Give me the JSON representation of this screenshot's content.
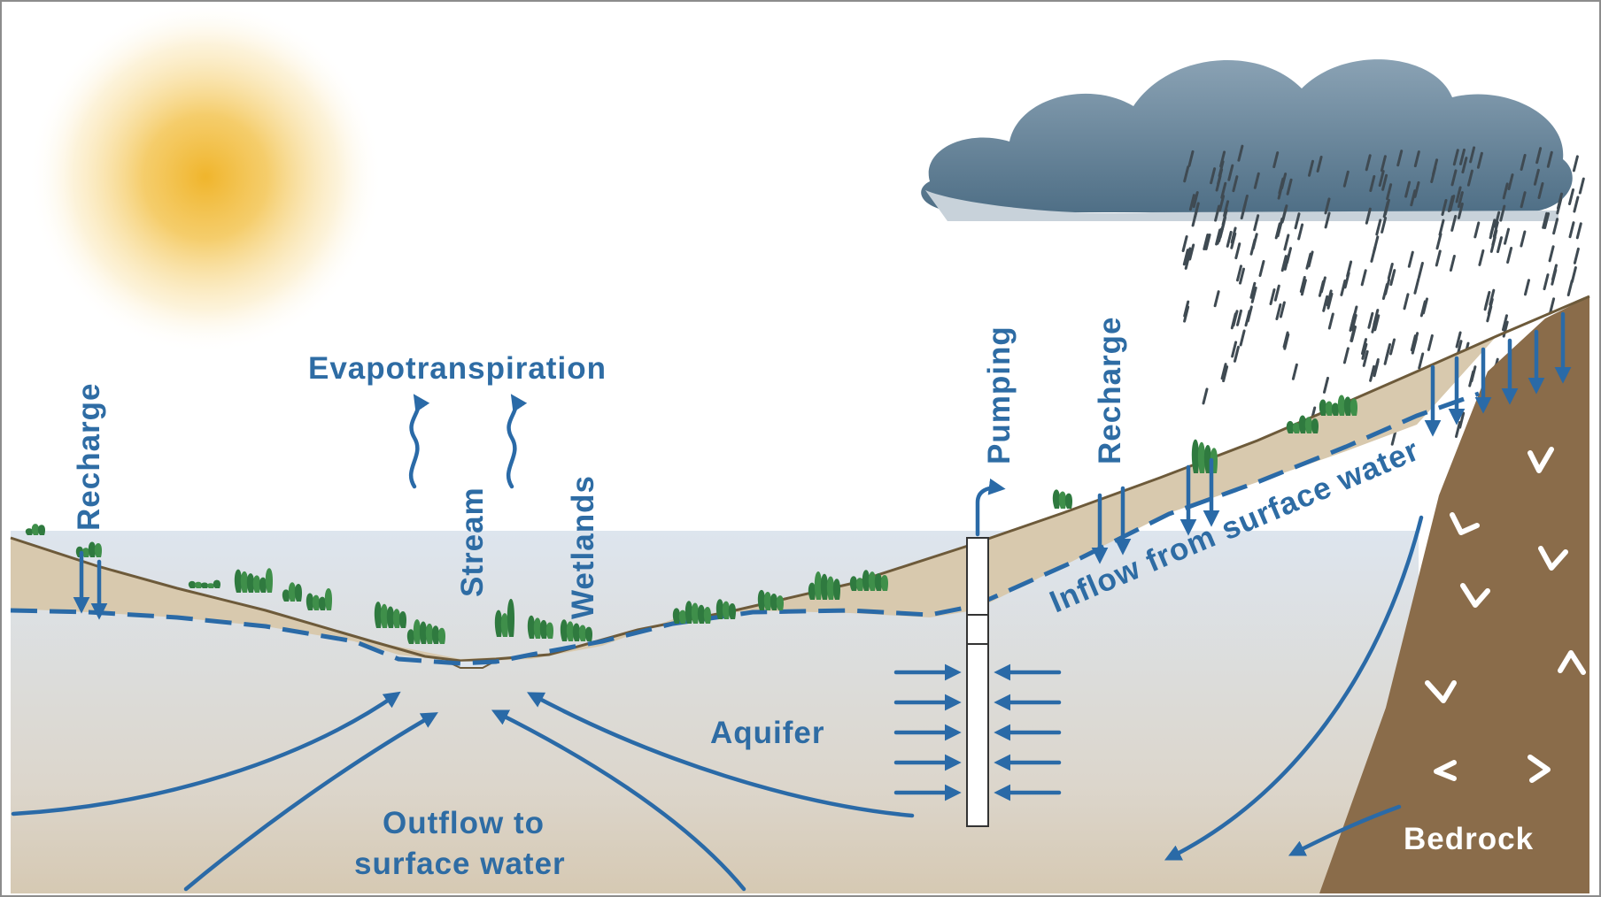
{
  "labels": {
    "evapotranspiration": "Evapotranspiration",
    "recharge_left": "Recharge",
    "stream": "Stream",
    "wetlands": "Wetlands",
    "pumping": "Pumping",
    "recharge_right": "Recharge",
    "inflow": "Inflow from surface water",
    "aquifer": "Aquifer",
    "outflow_line1": "Outflow to",
    "outflow_line2": "surface water",
    "bedrock": "Bedrock"
  },
  "colors": {
    "sky": "#ffffff",
    "sun": "#f0b52c",
    "cloud": "#5f7f95",
    "rain": "#3f4a52",
    "unsaturated_zone": "#d9cbb2",
    "aquifer": "#dfe6ee",
    "bedrock": "#8a6c4a",
    "vegetation": "#3f8f4a",
    "flow_arrows": "#2a6aa7",
    "label_text": "#2e6ca4",
    "bedrock_text": "#ffffff"
  }
}
